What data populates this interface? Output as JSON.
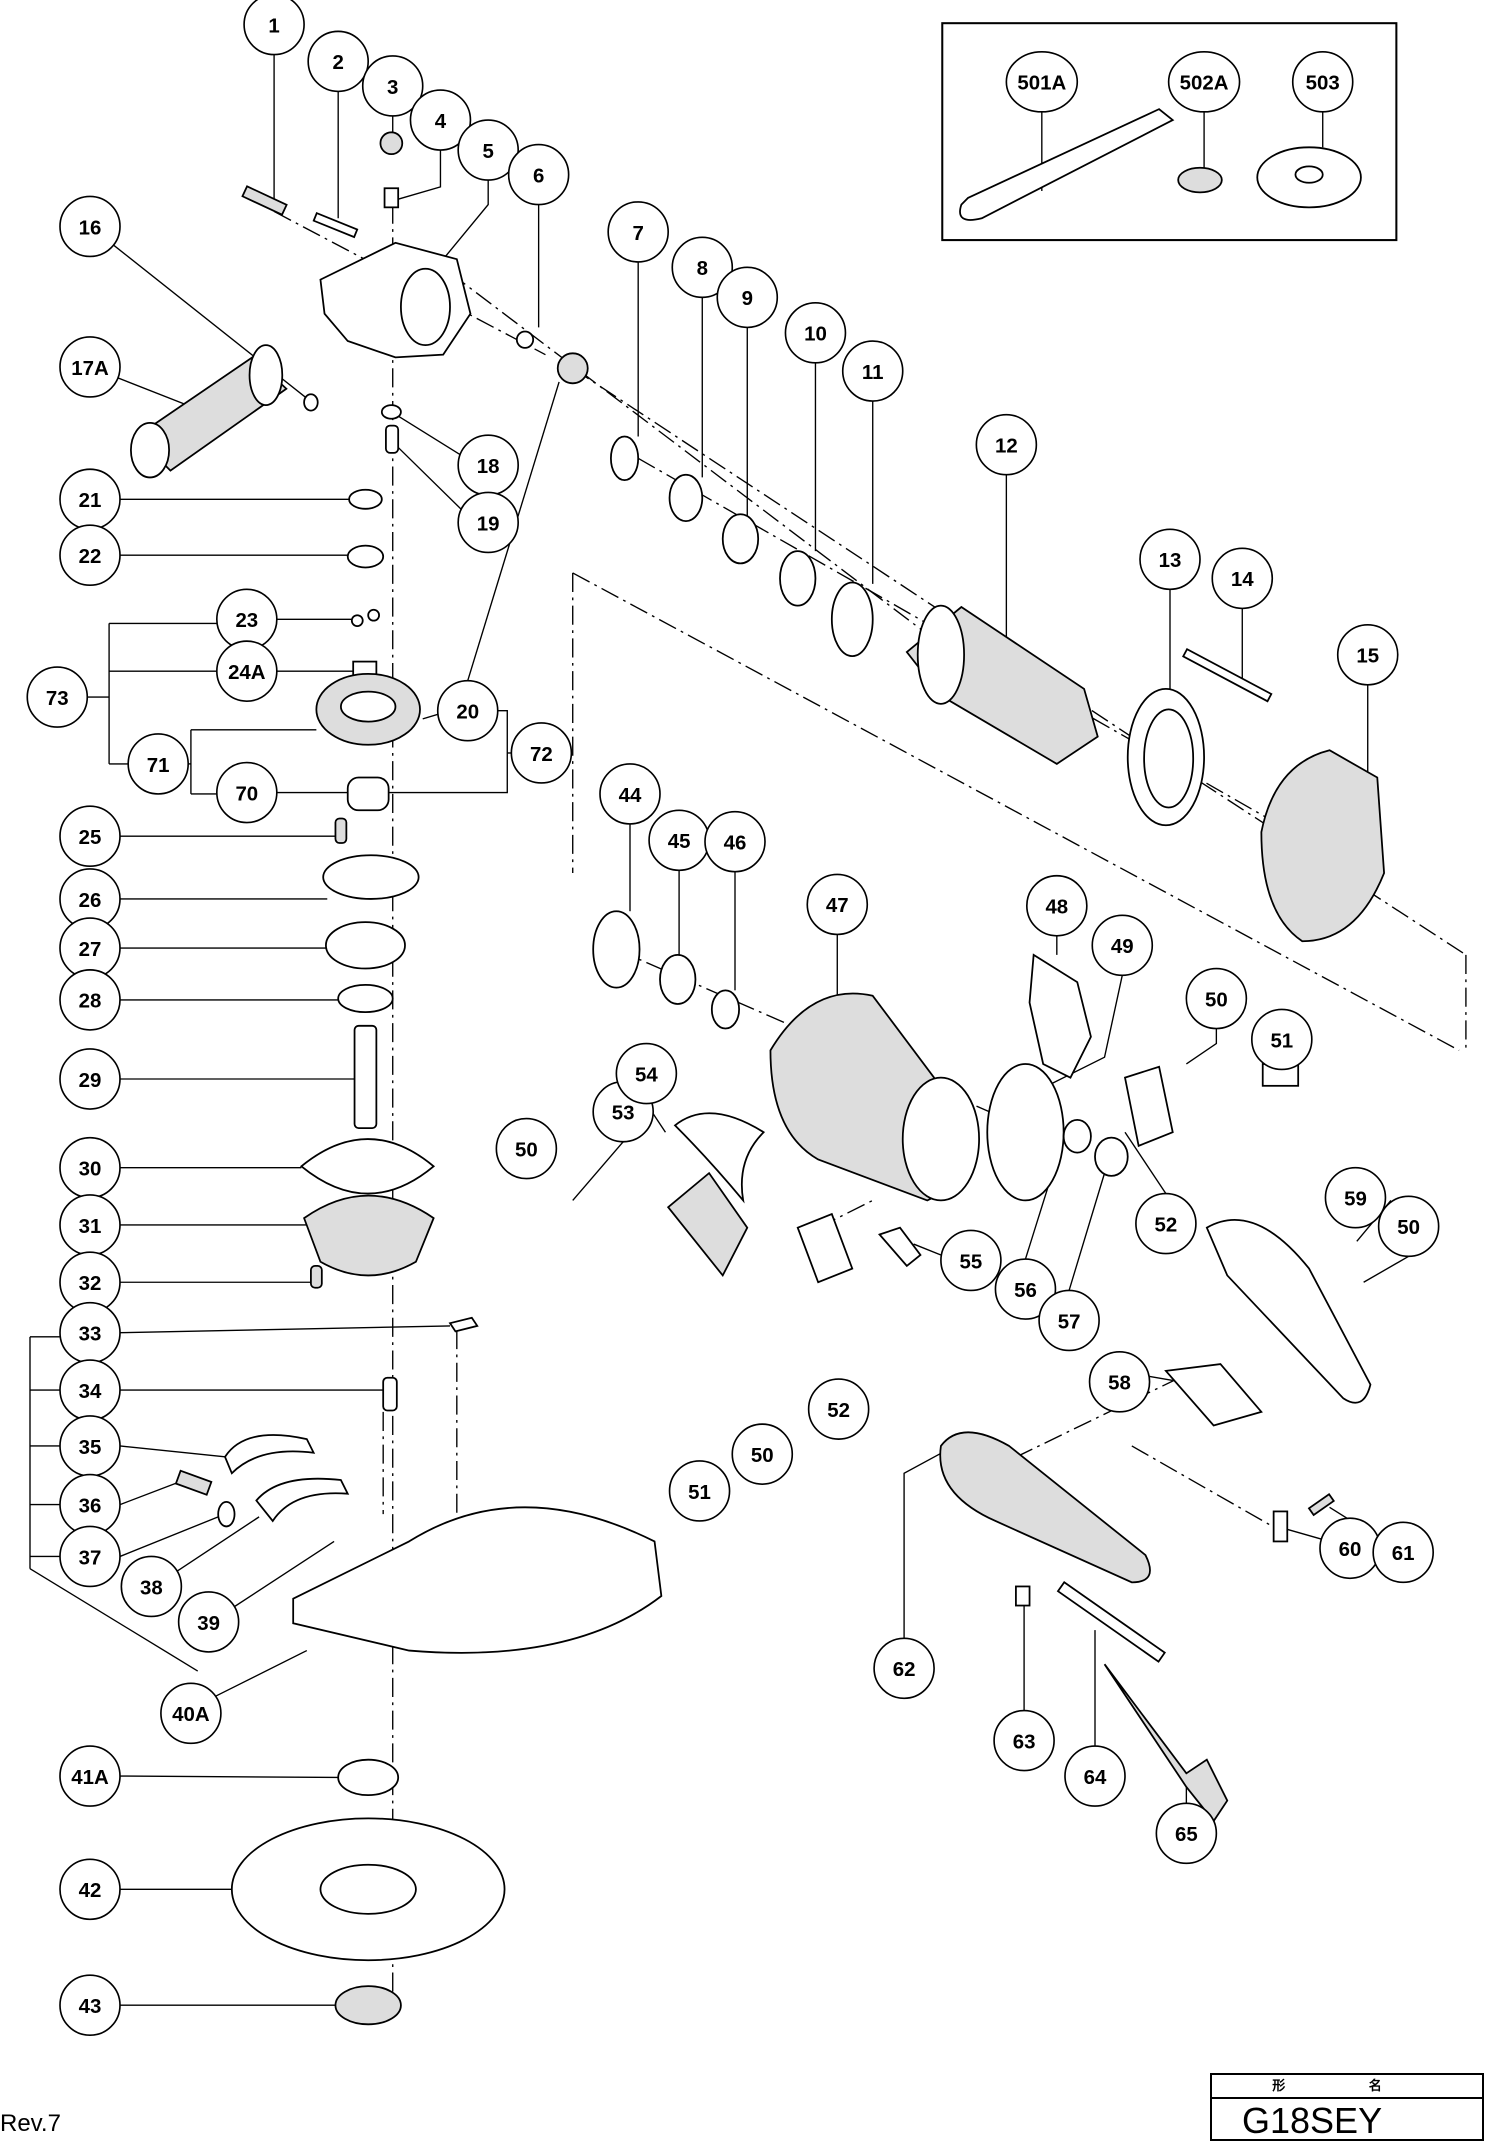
{
  "title": "Exploded parts diagram",
  "revision": "Rev.7",
  "title_block": {
    "header": "形 名",
    "model": "G18SEY"
  },
  "accessories_box": {
    "items": [
      "501A",
      "502A",
      "503"
    ]
  },
  "callouts": [
    {
      "id": "1",
      "label": "1"
    },
    {
      "id": "2",
      "label": "2"
    },
    {
      "id": "3",
      "label": "3"
    },
    {
      "id": "4",
      "label": "4"
    },
    {
      "id": "5",
      "label": "5"
    },
    {
      "id": "6",
      "label": "6"
    },
    {
      "id": "7",
      "label": "7"
    },
    {
      "id": "8",
      "label": "8"
    },
    {
      "id": "9",
      "label": "9"
    },
    {
      "id": "10",
      "label": "10"
    },
    {
      "id": "11",
      "label": "11"
    },
    {
      "id": "12",
      "label": "12"
    },
    {
      "id": "13",
      "label": "13"
    },
    {
      "id": "14",
      "label": "14"
    },
    {
      "id": "15",
      "label": "15"
    },
    {
      "id": "16",
      "label": "16"
    },
    {
      "id": "17A",
      "label": "17A"
    },
    {
      "id": "18",
      "label": "18"
    },
    {
      "id": "19",
      "label": "19"
    },
    {
      "id": "20",
      "label": "20"
    },
    {
      "id": "21",
      "label": "21"
    },
    {
      "id": "22",
      "label": "22"
    },
    {
      "id": "23",
      "label": "23"
    },
    {
      "id": "24A",
      "label": "24A"
    },
    {
      "id": "25",
      "label": "25"
    },
    {
      "id": "26",
      "label": "26"
    },
    {
      "id": "27",
      "label": "27"
    },
    {
      "id": "28",
      "label": "28"
    },
    {
      "id": "29",
      "label": "29"
    },
    {
      "id": "30",
      "label": "30"
    },
    {
      "id": "31",
      "label": "31"
    },
    {
      "id": "32",
      "label": "32"
    },
    {
      "id": "33",
      "label": "33"
    },
    {
      "id": "34",
      "label": "34"
    },
    {
      "id": "35",
      "label": "35"
    },
    {
      "id": "36",
      "label": "36"
    },
    {
      "id": "37",
      "label": "37"
    },
    {
      "id": "38",
      "label": "38"
    },
    {
      "id": "39",
      "label": "39"
    },
    {
      "id": "40A",
      "label": "40A"
    },
    {
      "id": "41A",
      "label": "41A"
    },
    {
      "id": "42",
      "label": "42"
    },
    {
      "id": "43",
      "label": "43"
    },
    {
      "id": "44",
      "label": "44"
    },
    {
      "id": "45",
      "label": "45"
    },
    {
      "id": "46",
      "label": "46"
    },
    {
      "id": "47",
      "label": "47"
    },
    {
      "id": "48",
      "label": "48"
    },
    {
      "id": "49",
      "label": "49"
    },
    {
      "id": "50a",
      "label": "50"
    },
    {
      "id": "50b",
      "label": "50"
    },
    {
      "id": "50c",
      "label": "50"
    },
    {
      "id": "50d",
      "label": "50"
    },
    {
      "id": "51a",
      "label": "51"
    },
    {
      "id": "51b",
      "label": "51"
    },
    {
      "id": "52a",
      "label": "52"
    },
    {
      "id": "52b",
      "label": "52"
    },
    {
      "id": "53",
      "label": "53"
    },
    {
      "id": "54",
      "label": "54"
    },
    {
      "id": "55",
      "label": "55"
    },
    {
      "id": "56",
      "label": "56"
    },
    {
      "id": "57",
      "label": "57"
    },
    {
      "id": "58",
      "label": "58"
    },
    {
      "id": "59",
      "label": "59"
    },
    {
      "id": "60",
      "label": "60"
    },
    {
      "id": "61",
      "label": "61"
    },
    {
      "id": "62",
      "label": "62"
    },
    {
      "id": "63",
      "label": "63"
    },
    {
      "id": "64",
      "label": "64"
    },
    {
      "id": "65",
      "label": "65"
    },
    {
      "id": "70",
      "label": "70"
    },
    {
      "id": "71",
      "label": "71"
    },
    {
      "id": "72",
      "label": "72"
    },
    {
      "id": "73",
      "label": "73"
    },
    {
      "id": "501A",
      "label": "501A"
    },
    {
      "id": "502A",
      "label": "502A"
    },
    {
      "id": "503",
      "label": "503"
    }
  ]
}
